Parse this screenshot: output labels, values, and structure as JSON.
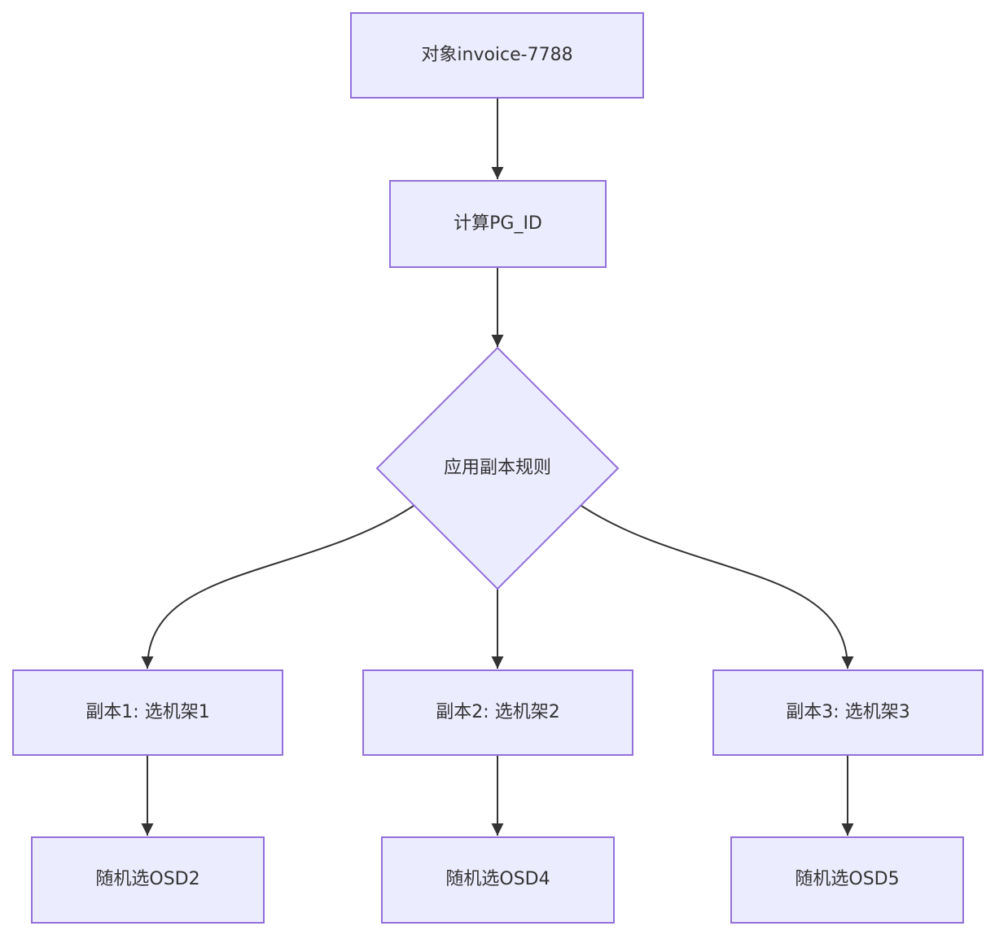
{
  "diagram": {
    "type": "flowchart",
    "direction": "top-down",
    "background": "#ffffff",
    "colors": {
      "node_fill": "#ECECFF",
      "node_border": "#9370DB",
      "edge": "#333333",
      "text": "#333333"
    },
    "nodes": [
      {
        "id": "A",
        "shape": "rectangle",
        "label": "对象invoice-7788"
      },
      {
        "id": "B",
        "shape": "rectangle",
        "label": "计算PG_ID"
      },
      {
        "id": "C",
        "shape": "diamond",
        "label": "应用副本规则"
      },
      {
        "id": "D",
        "shape": "rectangle",
        "label": "副本1: 选机架1"
      },
      {
        "id": "E",
        "shape": "rectangle",
        "label": "副本2: 选机架2"
      },
      {
        "id": "F",
        "shape": "rectangle",
        "label": "副本3: 选机架3"
      },
      {
        "id": "G",
        "shape": "rectangle",
        "label": "随机选OSD2"
      },
      {
        "id": "H",
        "shape": "rectangle",
        "label": "随机选OSD4"
      },
      {
        "id": "I",
        "shape": "rectangle",
        "label": "随机选OSD5"
      }
    ],
    "edges": [
      {
        "from": "A",
        "to": "B"
      },
      {
        "from": "B",
        "to": "C"
      },
      {
        "from": "C",
        "to": "D"
      },
      {
        "from": "C",
        "to": "E"
      },
      {
        "from": "C",
        "to": "F"
      },
      {
        "from": "D",
        "to": "G"
      },
      {
        "from": "E",
        "to": "H"
      },
      {
        "from": "F",
        "to": "I"
      }
    ]
  }
}
